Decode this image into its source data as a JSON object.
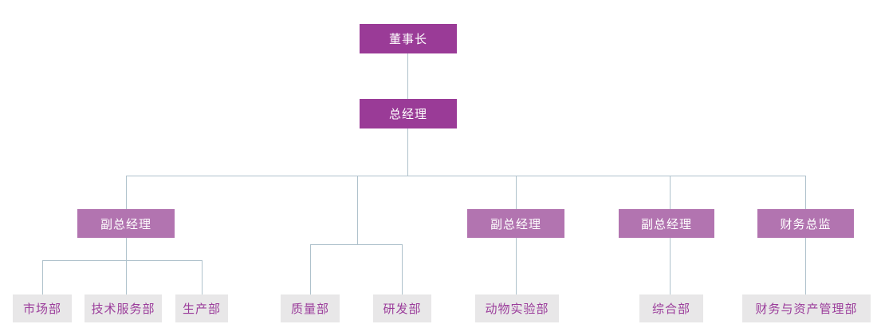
{
  "diagram_type": "org-chart",
  "colors": {
    "executive_fill": "#9A3B97",
    "manager_fill": "#B274B0",
    "department_fill": "#E8E7E8",
    "executive_text": "#FFFFFF",
    "department_text": "#9B3D9B",
    "connector": "#AFC2CC",
    "background": "#FFFFFF"
  },
  "nodes": {
    "chairman": {
      "label": "董事长",
      "level": 1
    },
    "general_manager": {
      "label": "总经理",
      "level": 2
    },
    "deputy_gm_1": {
      "label": "副总经理",
      "level": 3
    },
    "deputy_gm_2": {
      "label": "副总经理",
      "level": 3
    },
    "deputy_gm_3": {
      "label": "副总经理",
      "level": 3
    },
    "finance_director": {
      "label": "财务总监",
      "level": 3
    },
    "marketing": {
      "label": "市场部",
      "level": 4
    },
    "tech_service": {
      "label": "技术服务部",
      "level": 4
    },
    "production": {
      "label": "生产部",
      "level": 4
    },
    "quality": {
      "label": "质量部",
      "level": 4
    },
    "rnd": {
      "label": "研发部",
      "level": 4
    },
    "animal_lab": {
      "label": "动物实验部",
      "level": 4
    },
    "general_affairs": {
      "label": "综合部",
      "level": 4
    },
    "finance_asset": {
      "label": "财务与资产管理部",
      "level": 4
    }
  },
  "edges": [
    [
      "chairman",
      "general_manager"
    ],
    [
      "general_manager",
      "deputy_gm_1"
    ],
    [
      "general_manager",
      "quality"
    ],
    [
      "general_manager",
      "rnd"
    ],
    [
      "general_manager",
      "deputy_gm_2"
    ],
    [
      "general_manager",
      "deputy_gm_3"
    ],
    [
      "general_manager",
      "finance_director"
    ],
    [
      "deputy_gm_1",
      "marketing"
    ],
    [
      "deputy_gm_1",
      "tech_service"
    ],
    [
      "deputy_gm_1",
      "production"
    ],
    [
      "deputy_gm_2",
      "animal_lab"
    ],
    [
      "deputy_gm_3",
      "general_affairs"
    ],
    [
      "finance_director",
      "finance_asset"
    ]
  ]
}
